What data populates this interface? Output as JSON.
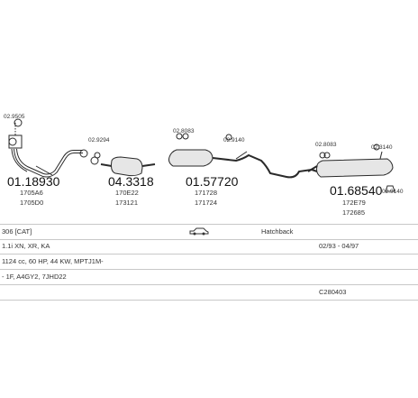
{
  "parts": [
    {
      "ref": "02.9505",
      "code": "01.18930",
      "subs": [
        "1705A6",
        "1705D0"
      ]
    },
    {
      "ref": "02.9294",
      "code": "04.3318",
      "subs": [
        "170E22",
        "173121"
      ]
    },
    {
      "ref": "02.8083",
      "ref2": "02.9140",
      "code": "01.57720",
      "subs": [
        "171728",
        "171724"
      ]
    },
    {
      "ref": "02.8083",
      "ref2": "02.3140",
      "ref3": "02.9140",
      "code": "01.68540",
      "subs": [
        "172E79",
        "172685"
      ]
    }
  ],
  "vehicle": {
    "model": "306 [CAT]",
    "body_type": "Hatchback",
    "engine_code": "1.1i XN, XR, KA",
    "date_range": "02/93 - 04/97",
    "engine_spec": "1124 cc, 60 HP, 44 KW, MPTJ1M-",
    "engine_ids": "- 1F, A4GY2, 7JHD22",
    "set_code": "C280403"
  },
  "icons": {
    "car": "hatchback-car-icon"
  },
  "colors": {
    "line": "#2a2a2a",
    "fill": "#d9d9d9",
    "border": "#c8c8c8"
  }
}
